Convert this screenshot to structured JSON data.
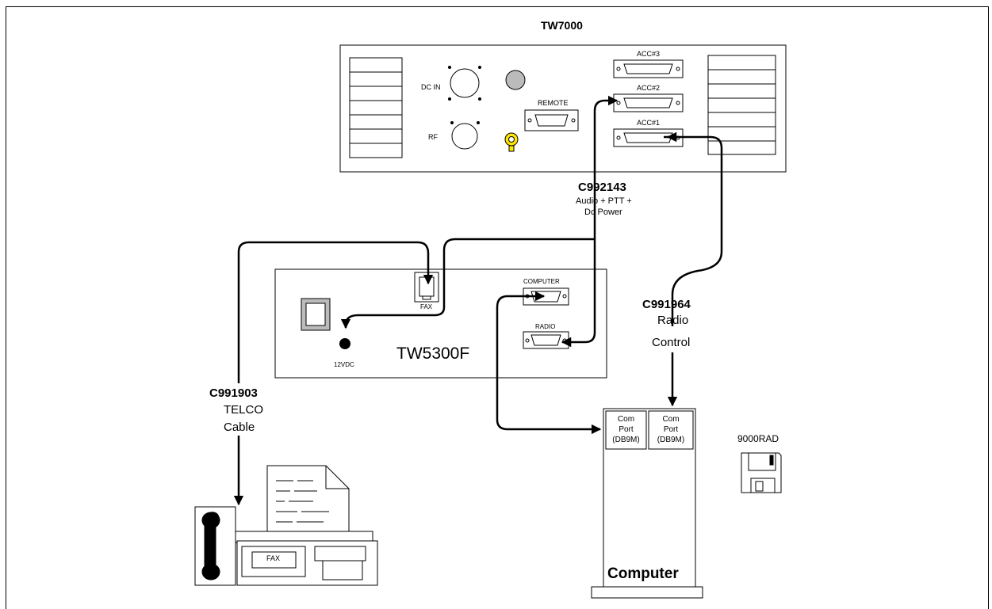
{
  "tw7000": {
    "title": "TW7000",
    "dc_in_label": "DC IN",
    "rf_label": "RF",
    "remote_label": "REMOTE",
    "acc3_label": "ACC#3",
    "acc2_label": "ACC#2",
    "acc1_label": "ACC#1"
  },
  "tw5300f": {
    "title": "TW5300F",
    "fax_label": "FAX",
    "computer_label": "COMPUTER",
    "radio_label": "RADIO",
    "power_label": "12VDC"
  },
  "cables": {
    "c992143": {
      "part": "C992143",
      "desc_line1": "Audio + PTT +",
      "desc_line2": "Dc Power"
    },
    "c991964": {
      "part": "C991964",
      "desc_line1": "Radio",
      "desc_line2": "Control"
    },
    "c991903": {
      "part": "C991903",
      "desc_line1": "TELCO",
      "desc_line2": "Cable"
    }
  },
  "computer": {
    "title": "Computer",
    "port1": [
      "Com",
      "Port",
      "(DB9M)"
    ],
    "port2": [
      "Com",
      "Port",
      "(DB9M)"
    ]
  },
  "fax_machine": {
    "label": "FAX"
  },
  "floppy": {
    "label": "9000RAD"
  },
  "colors": {
    "line": "#000000",
    "knob_fill": "#bbbbbb",
    "key_fill": "#ffe600"
  }
}
